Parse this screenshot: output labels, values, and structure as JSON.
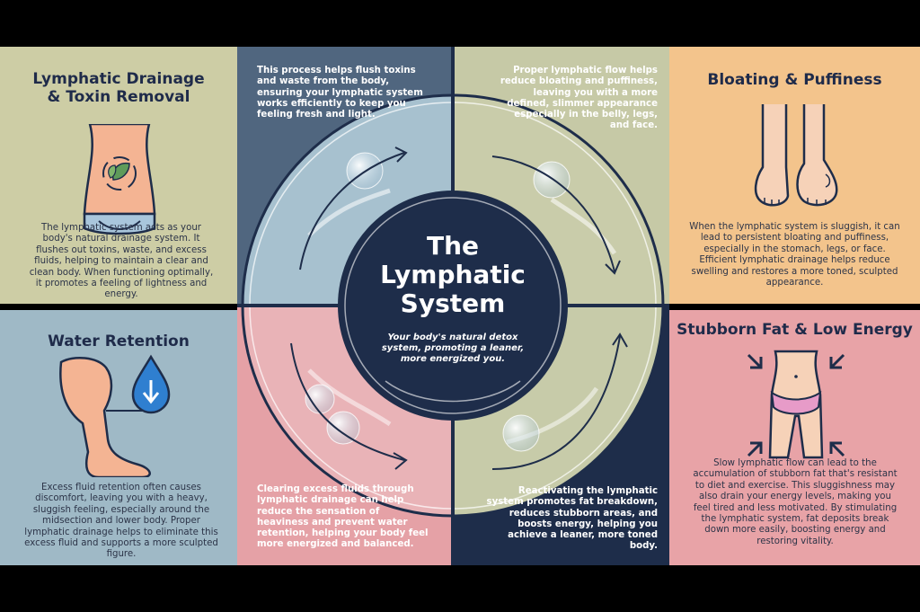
{
  "center": {
    "title_line1": "The",
    "title_line2": "Lymphatic",
    "title_line3": "System",
    "tagline": "Your body's natural detox system, promoting a leaner, more energized you."
  },
  "panels": {
    "lymph": {
      "title_line1": "Lymphatic Drainage",
      "title_line2": "& Toxin Removal",
      "body": "The lymphatic system acts as your body's natural drainage system. It flushes out toxins, waste, and excess fluids, helping to maintain a clear and clean body. When functioning optimally, it promotes a feeling of lightness and energy.",
      "icon": "belly-leaf-icon",
      "color": "#cdcda5"
    },
    "bloating": {
      "title": "Bloating & Puffiness",
      "body": "When the lymphatic system is sluggish, it can lead to persistent bloating and puffiness, especially in the stomach, legs, or face. Efficient lymphatic drainage helps reduce swelling and restores a more toned, sculpted appearance.",
      "icon": "swollen-feet-icon",
      "color": "#f3c48c"
    },
    "water": {
      "title": "Water Retention",
      "body": "Excess fluid retention often causes discomfort, leaving you with a heavy, sluggish feeling, especially around the midsection and lower body. Proper lymphatic drainage helps to eliminate this excess fluid and supports a more sculpted figure.",
      "icon": "leg-water-drop-icon",
      "color": "#9fb9c6"
    },
    "fat": {
      "title": "Stubborn Fat & Low Energy",
      "body": "Slow lymphatic flow can lead to the accumulation of stubborn fat that's resistant to diet and exercise. This sluggishness may also drain your energy levels, making you feel tired and less motivated. By stimulating the lymphatic system, fat deposits break down more easily, boosting energy and restoring vitality.",
      "icon": "hips-compress-icon",
      "color": "#e8a3a7"
    }
  },
  "quadrants": {
    "top_left": "This process helps flush toxins and waste from the body, ensuring your lymphatic system works efficiently to keep you feeling fresh and light.",
    "top_right": "Proper lymphatic flow helps reduce bloating and puffiness, leaving you with a more defined, slimmer appearance especially in the belly, legs, and face.",
    "bottom_left": "Clearing excess fluids through lymphatic drainage can help reduce the sensation of heaviness and prevent water retention, helping your body feel more energized and balanced.",
    "bottom_right": "Reactivating the lymphatic system promotes fat breakdown, reduces stubborn areas, and boosts energy, helping you achieve a leaner, more toned body."
  },
  "colors": {
    "navy": "#1e2d4a",
    "slate_blue": "#50667f",
    "sage": "#c6c9a6",
    "pink": "#e5a1a6",
    "light_blue": "#a7c1cf"
  }
}
